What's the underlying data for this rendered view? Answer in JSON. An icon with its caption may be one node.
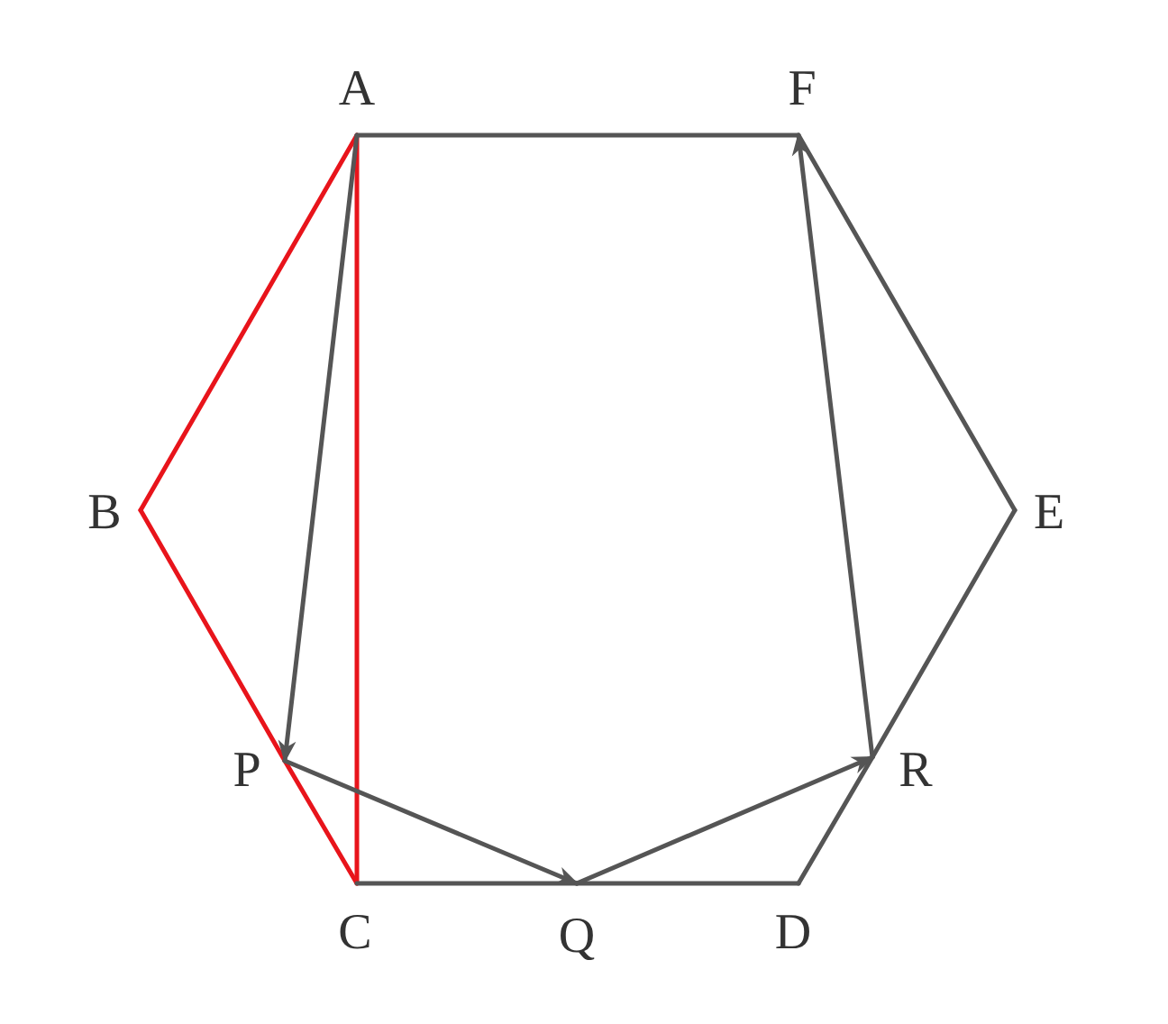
{
  "diagram": {
    "nodes": [
      {
        "text": [
          "A"
        ]
      },
      {
        "text": [
          "F"
        ]
      },
      {
        "text": [
          "B"
        ]
      },
      {
        "text": [
          "E"
        ]
      },
      {
        "text": [
          "P"
        ]
      },
      {
        "text": [
          "R"
        ]
      },
      {
        "text": [
          "C"
        ]
      },
      {
        "text": [
          "Q"
        ]
      },
      {
        "text": [
          "D"
        ]
      }
    ],
    "edges": [
      {
        "from": 0,
        "to": 2,
        "arrow": "none",
        "color": "#e8141b"
      },
      {
        "from": 2,
        "to": 4,
        "arrow": "none",
        "color": "#e8141b"
      },
      {
        "from": 4,
        "to": 6,
        "arrow": "none",
        "color": "#e8141b"
      },
      {
        "from": 0,
        "to": 6,
        "arrow": "none",
        "color": "#e8141b"
      },
      {
        "from": 6,
        "to": 7,
        "arrow": "none"
      },
      {
        "from": 7,
        "to": 8,
        "arrow": "none"
      },
      {
        "from": 8,
        "to": 5,
        "arrow": "none"
      },
      {
        "from": 5,
        "to": 3,
        "arrow": "none"
      },
      {
        "from": 3,
        "to": 1,
        "arrow": "none"
      },
      {
        "from": 1,
        "to": 0,
        "arrow": "none"
      },
      {
        "from": 0,
        "to": 4,
        "arrow": "to"
      },
      {
        "from": 4,
        "to": 7,
        "arrow": "to"
      },
      {
        "from": 7,
        "to": 5,
        "arrow": "to"
      },
      {
        "from": 5,
        "to": 1,
        "arrow": "to"
      }
    ]
  }
}
